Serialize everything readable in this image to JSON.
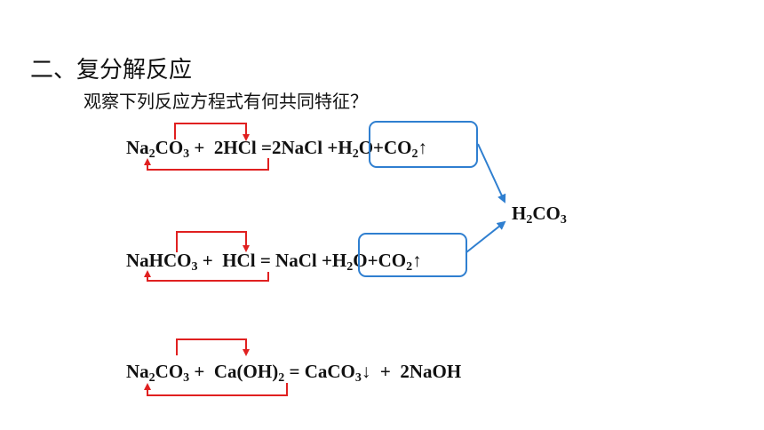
{
  "title": "二、复分解反应",
  "question": "观察下列反应方程式有何共同特征？",
  "equations": [
    {
      "r1": {
        "a": "Na",
        "s1": "2",
        "b": "CO",
        "s2": "3"
      },
      "plus": " +  ",
      "r2": "2HCl",
      "eq": " =2NaCl +",
      "p1": {
        "a": "H",
        "s1": "2",
        "b": "O"
      },
      "p2": {
        "a": "+CO",
        "s1": "2",
        "b": "↑"
      }
    },
    {
      "r1": {
        "a": "NaHCO",
        "s1": "3"
      },
      "plus": " +  ",
      "r2": "HCl",
      "eq": " = NaCl +",
      "p1": {
        "a": "H",
        "s1": "2",
        "b": "O"
      },
      "p2": {
        "a": "+CO",
        "s1": "2",
        "b": "↑"
      }
    },
    {
      "r1": {
        "a": "Na",
        "s1": "2",
        "b": "CO",
        "s2": "3"
      },
      "plus": " +  ",
      "r2": {
        "a": "Ca(OH)",
        "s1": "2"
      },
      "eq": " = ",
      "p1": {
        "a": "CaCO",
        "s1": "3",
        "b": "↓"
      },
      "p2": "  +  2NaOH"
    }
  ],
  "result": {
    "a": "H",
    "s1": "2",
    "b": "CO",
    "s2": "3"
  },
  "colors": {
    "exchange_arrow": "#e02020",
    "highlight_box": "#2f7fd0",
    "pointer_arrow": "#2f7fd0"
  }
}
